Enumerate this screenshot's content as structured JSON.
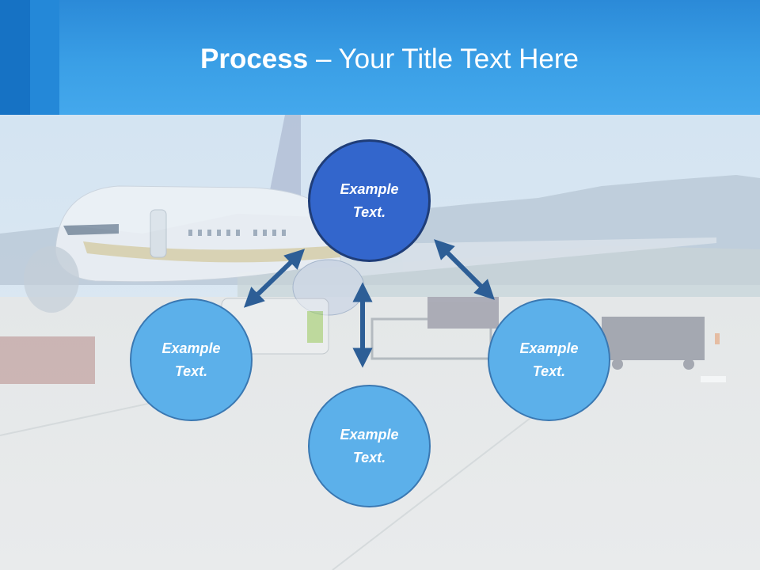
{
  "header": {
    "title_bold": "Process",
    "title_rest": " – Your Title Text Here"
  },
  "diagram": {
    "nodes": [
      {
        "id": "top",
        "line1": "Example",
        "line2": "Text."
      },
      {
        "id": "left",
        "line1": "Example",
        "line2": "Text."
      },
      {
        "id": "right",
        "line1": "Example",
        "line2": "Text."
      },
      {
        "id": "bottom",
        "line1": "Example",
        "line2": "Text."
      }
    ]
  },
  "colors": {
    "header_band": "#3a9fe6",
    "header_stripe_dark": "#1672c4",
    "header_stripe_mid": "#2488d8",
    "circle_light": "#5cb0ea",
    "circle_dark": "#3366cc",
    "circle_border": "#3a78b2",
    "arrow": "#2d5e96"
  },
  "background_image": "airport-apron-airplane-photo"
}
